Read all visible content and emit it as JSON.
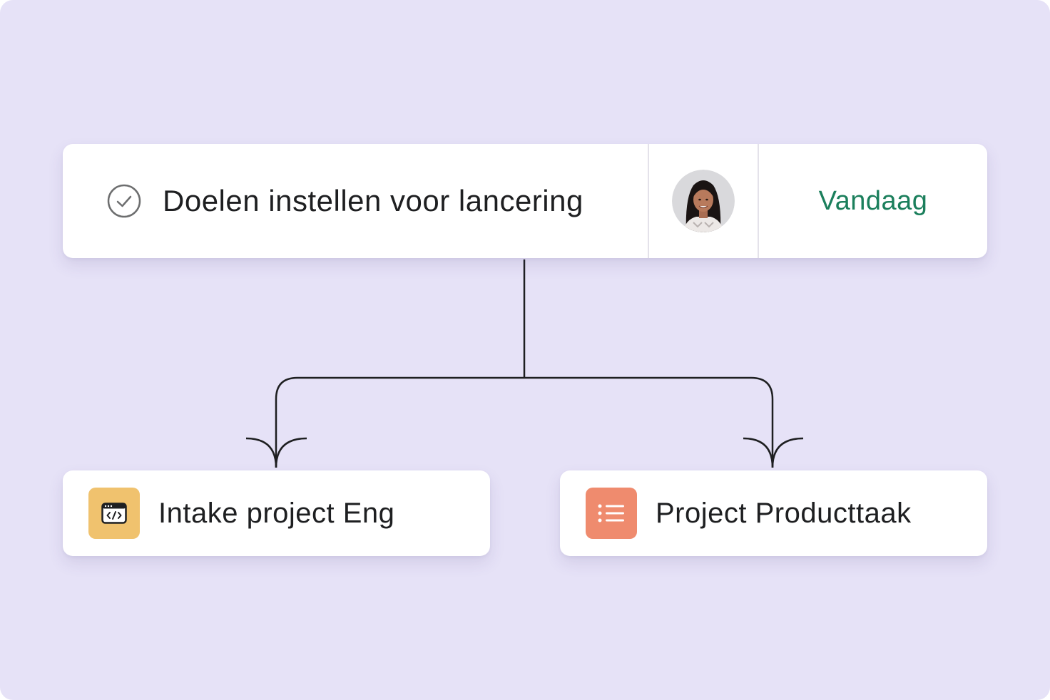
{
  "task": {
    "title": "Doelen instellen voor lancering",
    "status_icon": "check-circle-icon",
    "assignee_avatar": "avatar",
    "due_date": "Vandaag",
    "due_date_color": "#1b7f5c"
  },
  "subprojects": [
    {
      "title": "Intake project Eng",
      "icon": "code-window-icon",
      "icon_color": "#f0c26e"
    },
    {
      "title": "Project Producttaak",
      "icon": "list-icon",
      "icon_color": "#ef8b6e"
    }
  ],
  "colors": {
    "background": "#e6e2f7",
    "card": "#ffffff",
    "connector": "#1e1f21"
  }
}
